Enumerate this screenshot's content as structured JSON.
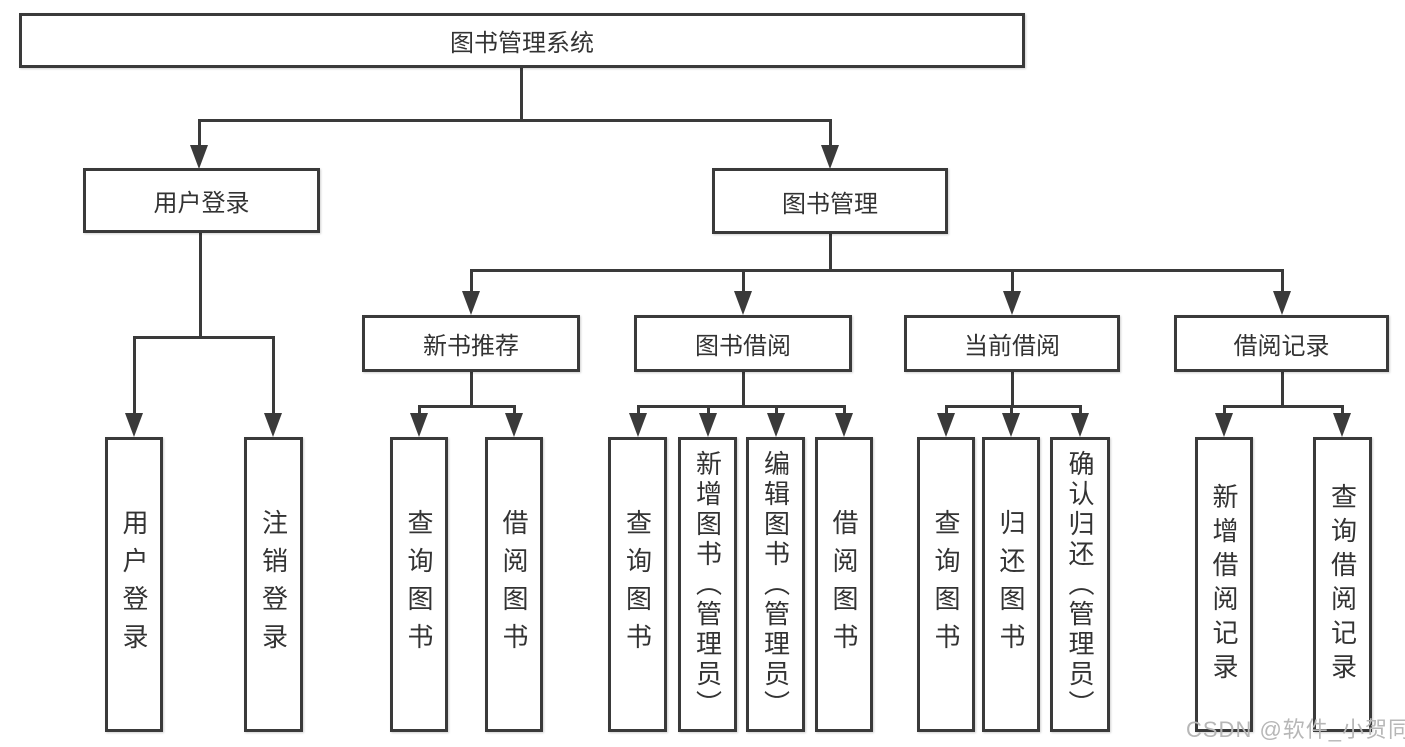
{
  "diagram_type": "hierarchy",
  "hierarchy": {
    "root": "图书管理系统",
    "children": [
      {
        "label": "用户登录",
        "children": [
          "用户登录",
          "注销登录"
        ]
      },
      {
        "label": "图书管理",
        "children": [
          {
            "label": "新书推荐",
            "children": [
              "查询图书",
              "借阅图书"
            ]
          },
          {
            "label": "图书借阅",
            "children": [
              "查询图书",
              "新增图书（管理员）",
              "编辑图书（管理员）",
              "借阅图书"
            ]
          },
          {
            "label": "当前借阅",
            "children": [
              "查询图书",
              "归还图书",
              "确认归还（管理员）"
            ]
          },
          {
            "label": "借阅记录",
            "children": [
              "新增借阅记录",
              "查询借阅记录"
            ]
          }
        ]
      }
    ]
  },
  "watermark": "CSDN @软件_小贺同学",
  "colors": {
    "line": "#3a3a3a",
    "box_border": "#3a3a3a",
    "text": "#333333",
    "background": "#ffffff",
    "watermark": "#b7b7b7"
  }
}
